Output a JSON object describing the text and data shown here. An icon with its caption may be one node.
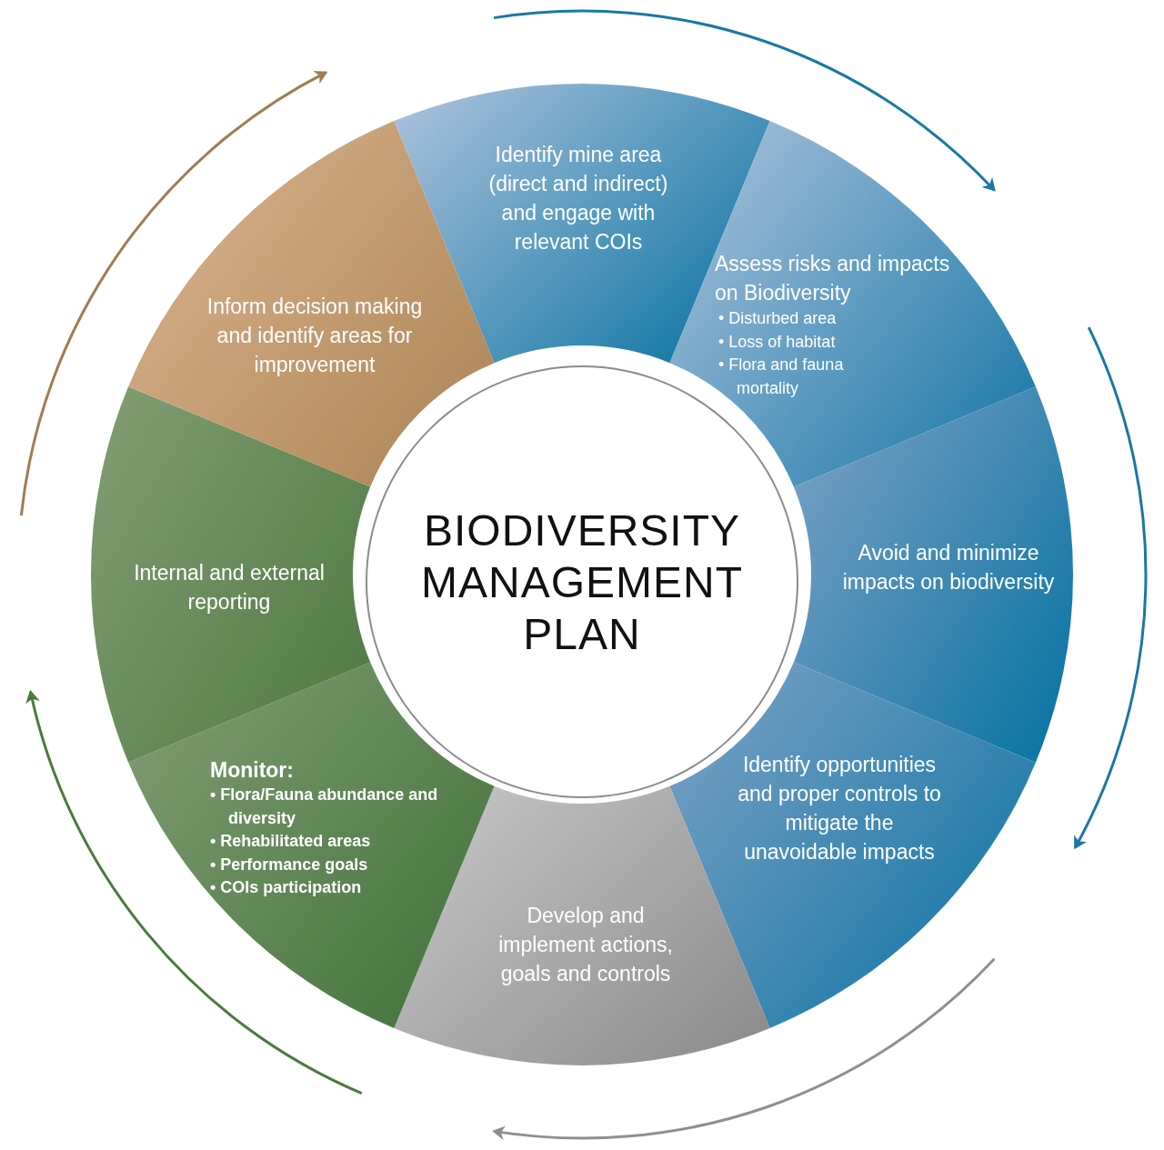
{
  "diagram": {
    "nodes": [
      {
        "text": [
          "BIODIVERSITY MANAGEMENT PLAN"
        ]
      },
      {
        "text": [
          "Identify mine area (direct and indirect) and engage with relevant COIs"
        ]
      },
      {
        "text": [
          "Assess risks and impacts on Biodiversity",
          "• Disturbed area",
          "• Loss of habitat",
          "• Flora and fauna mortality"
        ]
      },
      {
        "text": [
          "Avoid and minimize impacts on biodiversity"
        ]
      },
      {
        "text": [
          "Identify opportunities and proper controls to mitigate the unavoidable impacts"
        ]
      },
      {
        "text": [
          "Develop and implement actions, goals and controls"
        ]
      },
      {
        "text": [
          "Monitor:",
          "• Flora/Fauna  abundance and diversity",
          "• Rehabilitated areas",
          "• Performance goals",
          "• COIs participation"
        ]
      },
      {
        "text": [
          "Internal and external reporting"
        ]
      },
      {
        "text": [
          "Inform decision making and identify areas for improvement"
        ]
      }
    ]
  }
}
